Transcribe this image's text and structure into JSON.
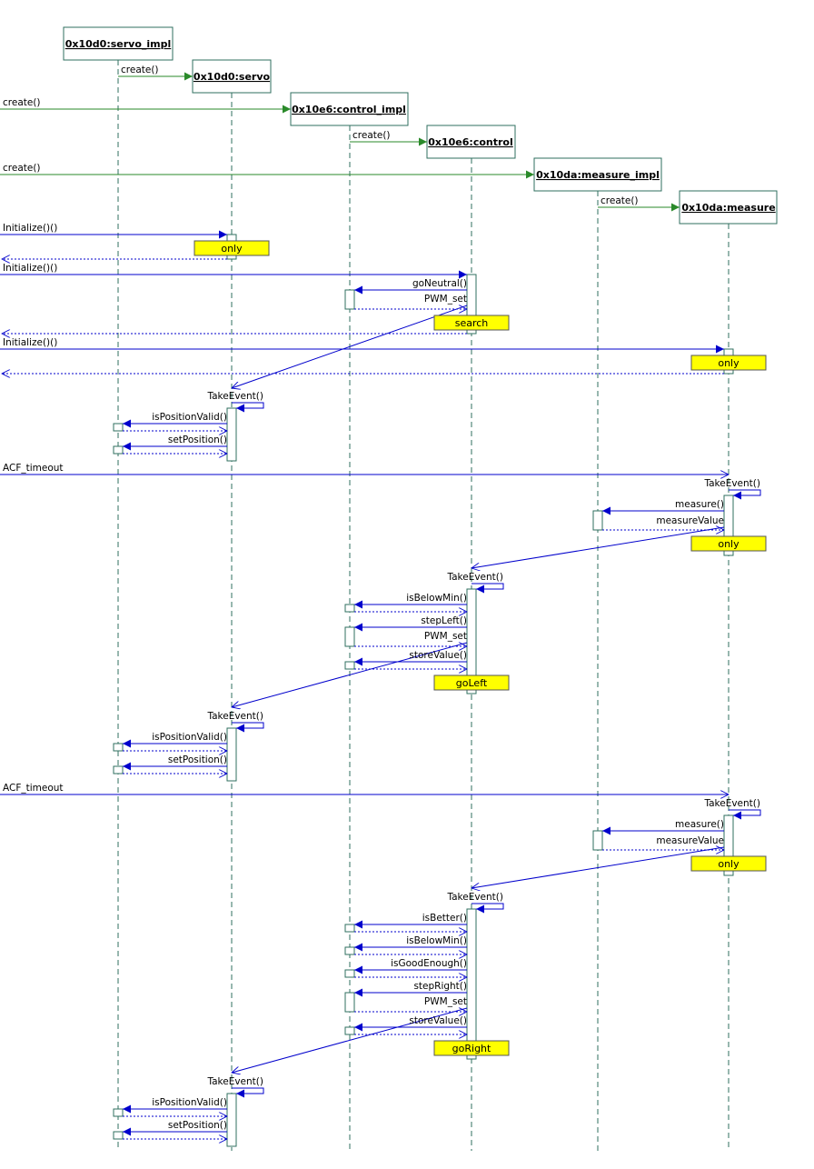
{
  "objects": [
    {
      "id": "servo_impl",
      "label": "0x10d0:servo_impl"
    },
    {
      "id": "servo",
      "label": "0x10d0:servo"
    },
    {
      "id": "control_impl",
      "label": "0x10e6:control_impl"
    },
    {
      "id": "control",
      "label": "0x10e6:control"
    },
    {
      "id": "measure_impl",
      "label": "0x10da:measure_impl"
    },
    {
      "id": "measure",
      "label": "0x10da:measure"
    }
  ],
  "messages": {
    "create_servo": "create()",
    "create_control_impl": "create()",
    "create_control": "create()",
    "create_measure_impl": "create()",
    "create_measure": "create()",
    "init_servo": "Initialize()()",
    "init_control": "Initialize()()",
    "goneutral": "goNeutral()",
    "pwm_set_1": "PWM_set",
    "init_measure": "Initialize()()",
    "takeevent_servo_1": "TakeEvent()",
    "ispositionvalid_1": "isPositionValid()",
    "setposition_1": "setPosition()",
    "acf_timeout_1": "ACF_timeout",
    "takeevent_measure_1": "TakeEvent()",
    "measure_1": "measure()",
    "measurevalue_1": "measureValue",
    "takeevent_control_1": "TakeEvent()",
    "isbelowmin_1": "isBelowMin()",
    "stepleft": "stepLeft()",
    "pwm_set_2": "PWM_set",
    "storevalue_1": "storeValue()",
    "takeevent_servo_2": "TakeEvent()",
    "ispositionvalid_2": "isPositionValid()",
    "setposition_2": "setPosition()",
    "acf_timeout_2": "ACF_timeout",
    "takeevent_measure_2": "TakeEvent()",
    "measure_2": "measure()",
    "measurevalue_2": "measureValue",
    "takeevent_control_2": "TakeEvent()",
    "isbetter": "isBetter()",
    "isbelowmin_2": "isBelowMin()",
    "isgoodenough": "isGoodEnough()",
    "stepright": "stepRight()",
    "pwm_set_3": "PWM_set",
    "storevalue_2": "storeValue()",
    "takeevent_servo_3": "TakeEvent()",
    "ispositionvalid_3": "isPositionValid()",
    "setposition_3": "setPosition()"
  },
  "notes": {
    "servo_only": "only",
    "control_search": "search",
    "measure_only_1": "only",
    "measure_only_2": "only",
    "control_goleft": "goLeft",
    "measure_only_3": "only",
    "control_goright": "goRight"
  },
  "colors": {
    "call": "#0000cc",
    "create": "#2a8a2a",
    "note": "#ffff00",
    "outline": "#2f6f5f"
  }
}
